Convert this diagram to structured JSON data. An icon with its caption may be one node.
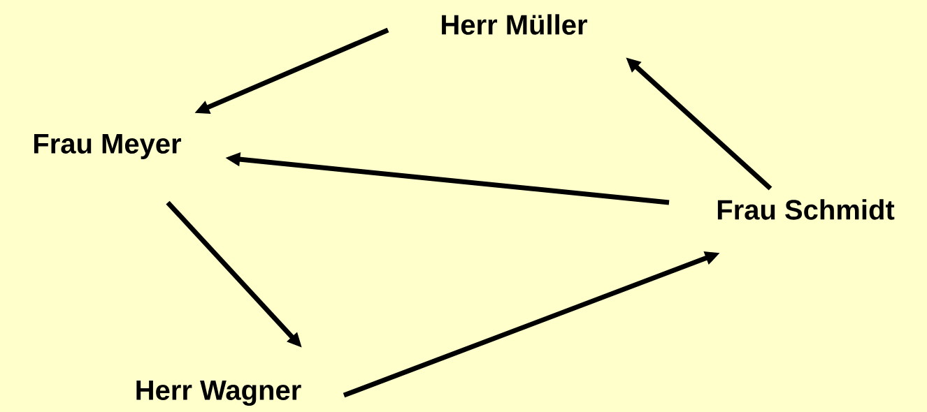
{
  "diagram": {
    "nodes": [
      {
        "text": [
          "Herr Müller"
        ]
      },
      {
        "text": [
          "Frau Meyer"
        ]
      },
      {
        "text": [
          "Frau Schmidt"
        ]
      },
      {
        "text": [
          "Herr Wagner"
        ]
      }
    ],
    "edges": [
      {
        "from": 0,
        "to": 1,
        "arrow": "to"
      },
      {
        "from": 2,
        "to": 0,
        "arrow": "to"
      },
      {
        "from": 2,
        "to": 1,
        "arrow": "to"
      },
      {
        "from": 1,
        "to": 3,
        "arrow": "to"
      },
      {
        "from": 3,
        "to": 2,
        "arrow": "to"
      }
    ]
  }
}
